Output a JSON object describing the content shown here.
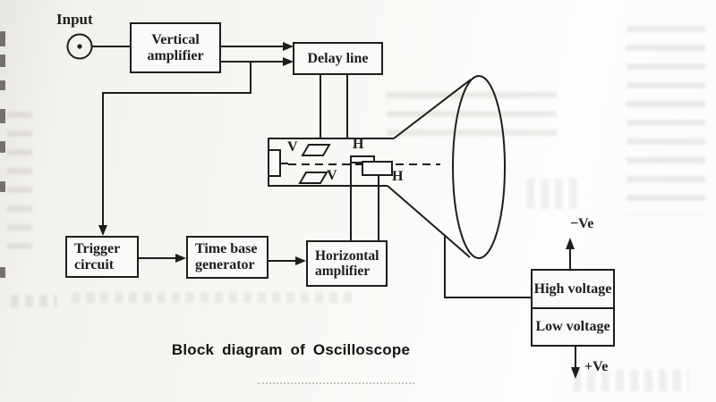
{
  "title": "Block diagram of Oscilloscope",
  "input": {
    "label": "Input"
  },
  "blocks": {
    "vertical_amplifier": {
      "label": "Vertical amplifier"
    },
    "delay_line": {
      "label": "Delay line"
    },
    "trigger_circuit": {
      "label": "Trigger circuit"
    },
    "time_base_generator": {
      "label": "Time base generator"
    },
    "horizontal_amplifier": {
      "label": "Horizontal amplifier"
    },
    "power_supply": {
      "high": "High voltage",
      "low": "Low voltage"
    }
  },
  "crt": {
    "vertical_plate_top": "V",
    "vertical_plate_bottom": "V",
    "horizontal_plate_top": "H",
    "horizontal_plate_bottom": "H"
  },
  "voltages": {
    "negative": "−Ve",
    "positive": "+Ve"
  },
  "colors": {
    "ink": "#1f1d1b",
    "paper": "#f5f4f1"
  }
}
